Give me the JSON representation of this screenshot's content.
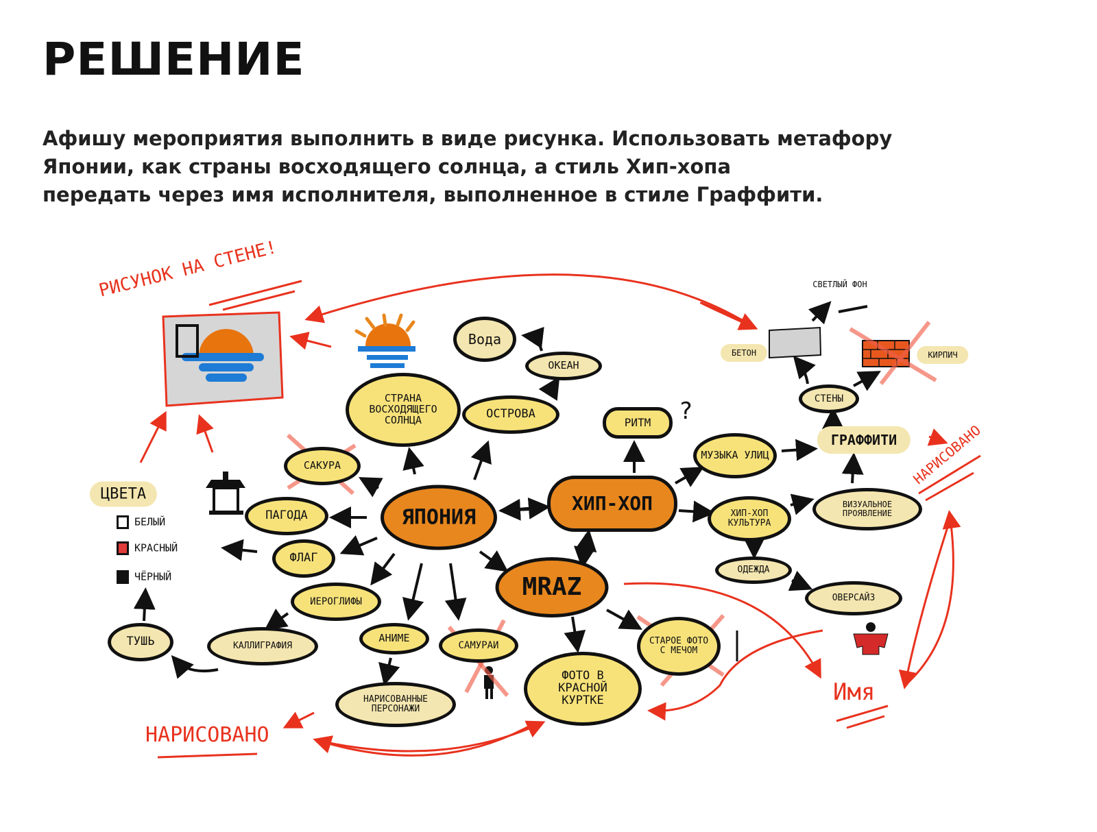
{
  "slide": {
    "title": "РЕШЕНИЕ",
    "description": [
      "Афишу мероприятия выполнить в виде рисунка. Использовать метафору",
      "Японии, как страны восходящего солнца, а стиль Хип-хопа",
      "передать через имя исполнителя, выполненное в стиле Граффити."
    ]
  },
  "mindmap": {
    "center": {
      "japan": "ЯПОНИЯ",
      "hiphop": "ХИП-ХОП",
      "artist": "MRAZ"
    },
    "japan_branch": {
      "rising_sun": "СТРАНА ВОСХОДЯЩЕГО СОЛНЦА",
      "islands": "ОСТРОВА",
      "ocean": "ОКЕАН",
      "water": "Вода",
      "sakura": "САКУРА",
      "pagoda": "ПАГОДА",
      "flag": "ФЛАГ",
      "hieroglyphs": "ИЕРОГЛИФЫ",
      "calligraphy": "КАЛЛИГРАФИЯ",
      "ink": "ТУШЬ",
      "anime": "АНИМЕ",
      "samurai": "САМУРАИ",
      "drawn_characters": "НАРИСОВАННЫЕ ПЕРСОНАЖИ"
    },
    "colors": {
      "title": "ЦВЕТА",
      "items": [
        {
          "label": "БЕЛЫЙ",
          "color": "#FFFFFF"
        },
        {
          "label": "КРАСНЫЙ",
          "color": "#E03A3A"
        },
        {
          "label": "ЧЁРНЫЙ",
          "color": "#111111"
        }
      ]
    },
    "artist_branch": {
      "red_jacket_photo": "ФОТО В КРАСНОЙ КУРТКЕ",
      "old_photo_sword": "СТАРОЕ ФОТО С МЕЧОМ"
    },
    "hiphop_branch": {
      "rhythm": "РИТМ",
      "question": "?",
      "street_music": "МУЗЫКА УЛИЦ",
      "culture": "ХИП-ХОП КУЛЬТУРА",
      "visual": "ВИЗУАЛЬНОЕ ПРОЯВЛЕНИЕ",
      "graffiti": "ГРАФФИТИ",
      "walls": "СТЕНЫ",
      "concrete": "БЕТОН",
      "brick": "КИРПИЧ",
      "light_bg": "СВЕТЛЫЙ ФОН",
      "clothes": "ОДЕЖДА",
      "oversize": "ОВЕРСАЙЗ"
    },
    "annotations": {
      "wall_drawing": "РИСУНОК НА СТЕНЕ!",
      "drawn_left": "НАРИСОВАНО",
      "drawn_right": "НАРИСОВАНО",
      "name": "Имя"
    },
    "palette": {
      "orange": "#E8871E",
      "yellow": "#F7E27A",
      "cream": "#F4E6B0",
      "red": "#E8321E"
    }
  }
}
